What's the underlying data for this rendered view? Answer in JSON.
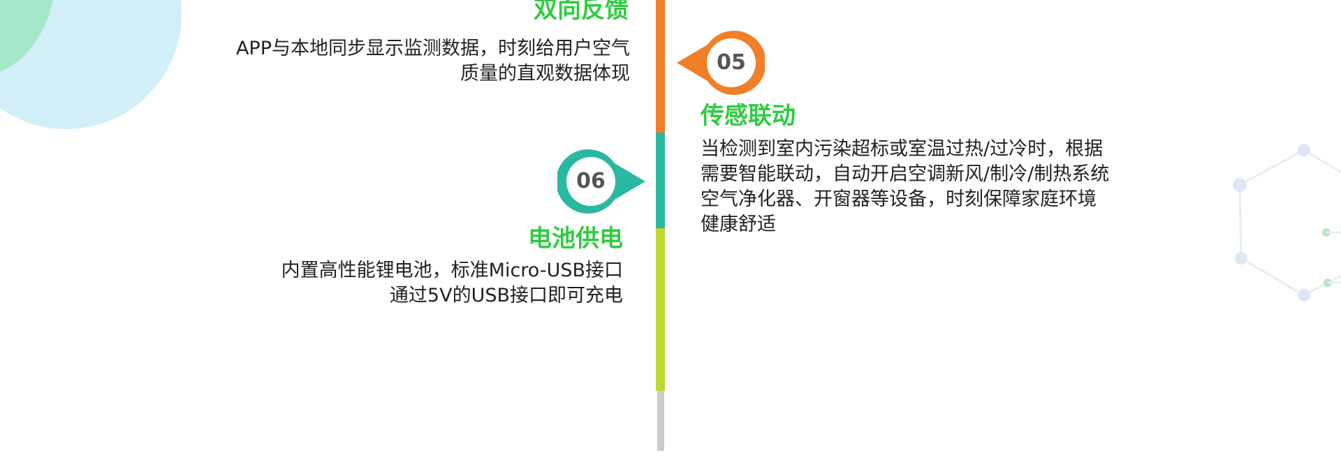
{
  "features": [
    {
      "number": "",
      "title": "双向反馈",
      "description": "APP与本地同步显示监测数据，时刻给用户空气\n质量的直观数据体现"
    },
    {
      "number": "05",
      "title": "传感联动",
      "description": "当检测到室内污染超标或室温过热/过冷时，根据\n需要智能联动，自动开启空调新风/制冷/制热系统\n空气净化器、开窗器等设备，时刻保障家庭环境\n健康舒适"
    },
    {
      "number": "06",
      "title": "电池供电",
      "description": "内置高性能锂电池，标准Micro-USB接口\n通过5V的USB接口即可充电"
    }
  ],
  "colors": {
    "accent_green": "#2ecc40",
    "timeline_orange": "#f07f28",
    "timeline_teal": "#2bb8a1",
    "timeline_lime": "#bfd730",
    "timeline_gray": "#cccccc"
  }
}
